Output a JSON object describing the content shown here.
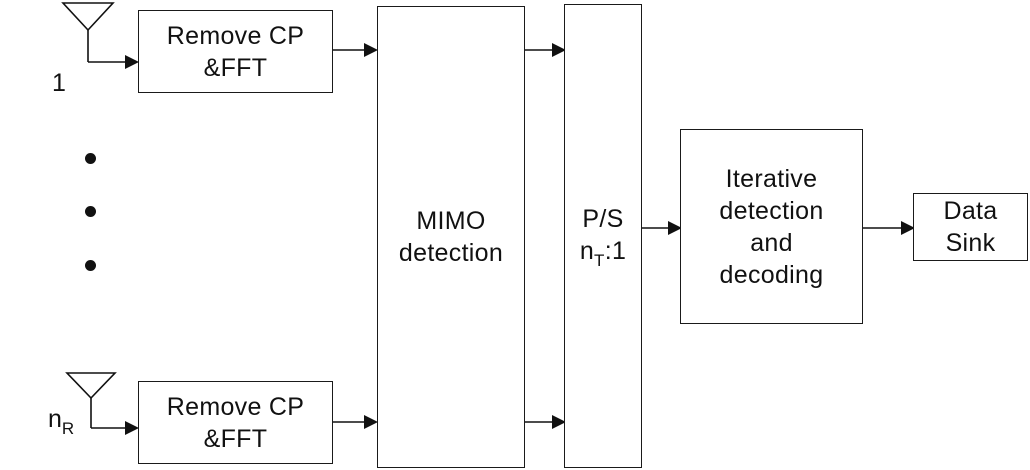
{
  "blocks": {
    "remove_cp_top": [
      "Remove CP",
      "&FFT"
    ],
    "remove_cp_bottom": [
      "Remove CP",
      "&FFT"
    ],
    "mimo": [
      "MIMO",
      "detection"
    ],
    "ps": {
      "line1": "P/S",
      "n": "n",
      "sub": "T",
      "ratio": ":1"
    },
    "iterative": [
      "Iterative",
      "detection",
      "and",
      "decoding"
    ],
    "sink": [
      "Data",
      "Sink"
    ]
  },
  "antennas": {
    "first_label": "1",
    "last_label": {
      "n": "n",
      "sub": "R"
    }
  },
  "icons": [
    "antenna-icon",
    "arrow-icon",
    "ellipsis-dots-icon"
  ]
}
